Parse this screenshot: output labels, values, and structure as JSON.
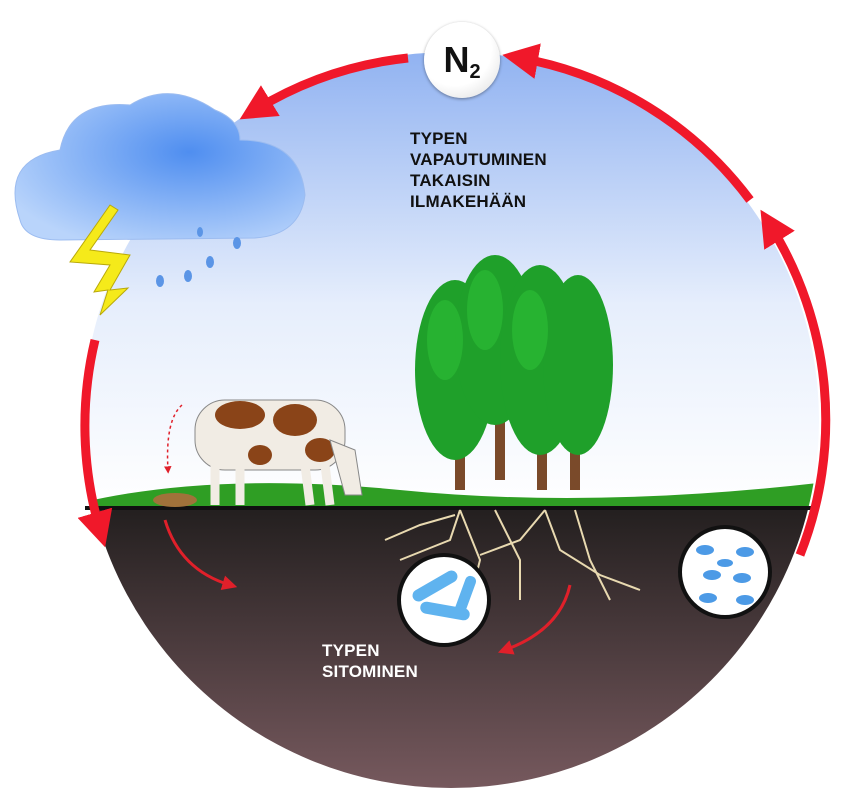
{
  "title": "N",
  "title_subscript": "2",
  "labels": {
    "release": [
      "TYPEN",
      "VAPAUTUMINEN",
      "TAKAISIN",
      "ILMAKEHÄÄN"
    ],
    "fixation": [
      "TYPEN",
      "SITOMINEN"
    ]
  },
  "colors": {
    "arrow": "#f0182a",
    "sky_top": "#7fa6ef",
    "soil_top": "#231f1f",
    "soil_bottom": "#7c5d62",
    "grass": "#2f9e24"
  }
}
